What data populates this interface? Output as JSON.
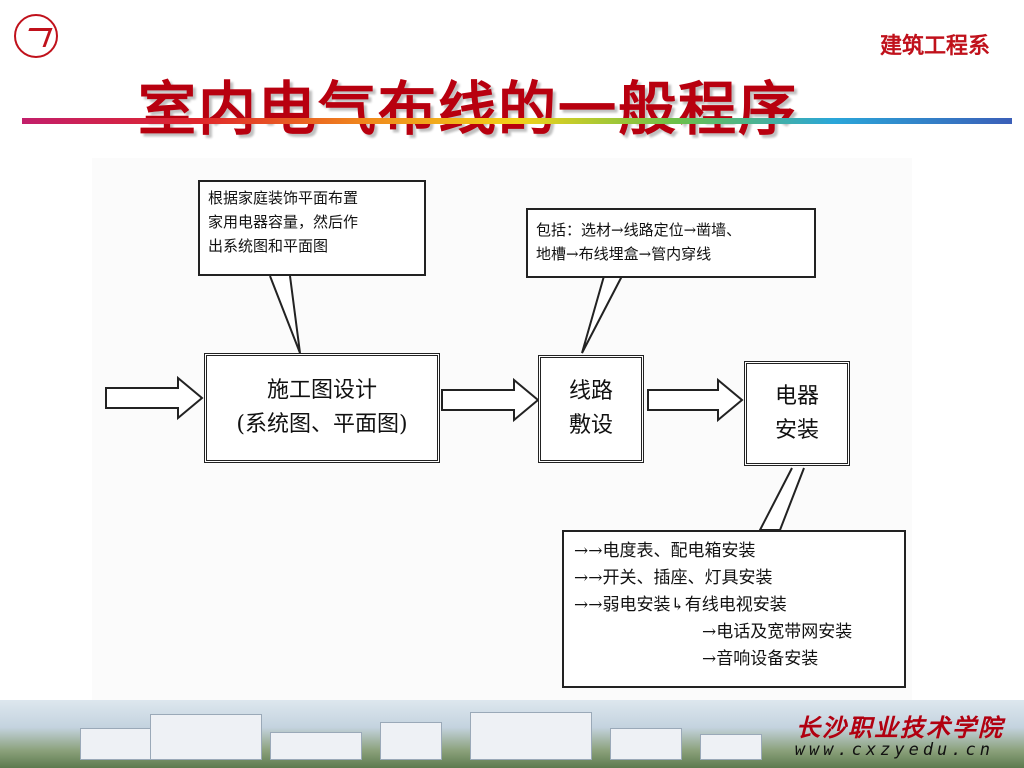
{
  "header": {
    "department": "建筑工程系",
    "title": "室内电气布线的一般程序"
  },
  "diagram": {
    "note_design": [
      "根据家庭装饰平面布置",
      "家用电器容量，然后作",
      "出系统图和平面图"
    ],
    "note_wiring": [
      "包括：选材→线路定位→凿墙、",
      "地槽→布线埋盒→管内穿线"
    ],
    "box_design": [
      "施工图设计",
      "(系统图、平面图)"
    ],
    "box_wiring": [
      "线路",
      "敷设"
    ],
    "box_install": [
      "电器",
      "安装"
    ],
    "install_items": {
      "item1": "电度表、配电箱安装",
      "item2": "开关、插座、灯具安装",
      "item3": "弱电安装",
      "weak_current": [
        "有线电视安装",
        "电话及宽带网安装",
        "音响设备安装"
      ]
    }
  },
  "footer": {
    "school_name": "长沙职业技术学院",
    "url": "www.cxzyedu.cn"
  },
  "colors": {
    "title": "#b8000f",
    "department": "#c0111b",
    "rule_start": "#c21f6b",
    "rule_end": "#3b5fb8"
  }
}
